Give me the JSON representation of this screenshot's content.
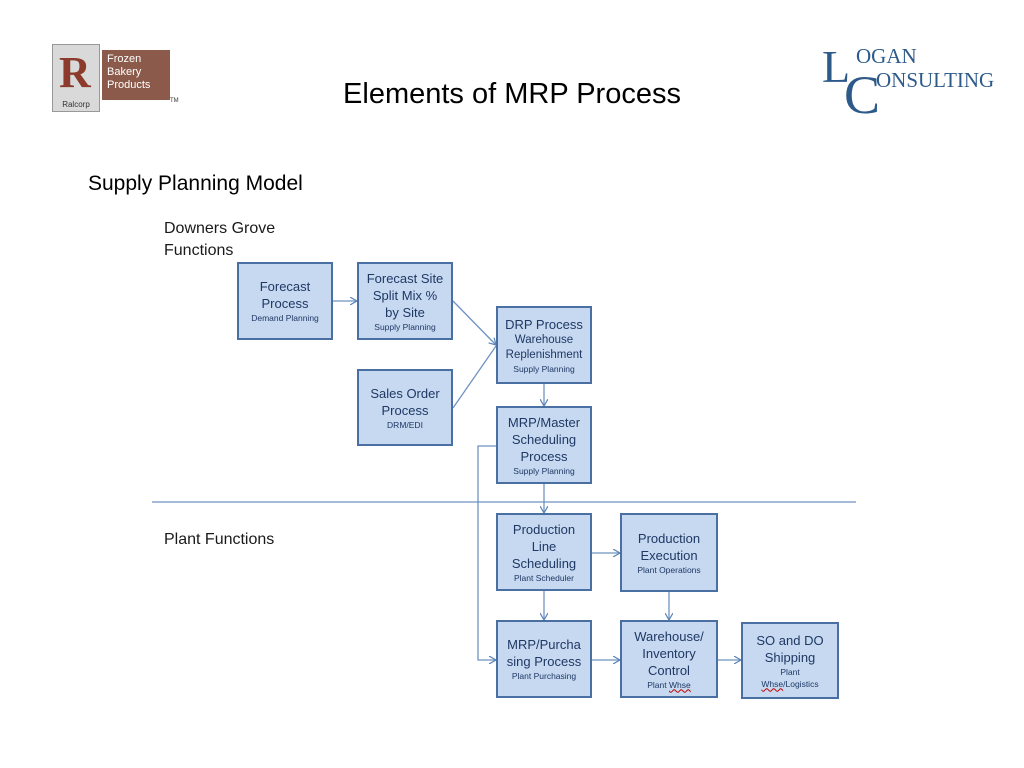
{
  "header": {
    "title": "Elements of MRP Process",
    "subtitle": "Supply Planning Model"
  },
  "logo_left": {
    "letter": "R",
    "caption": "Ralcorp",
    "line1": "Frozen",
    "line2": "Bakery",
    "line3": "Products",
    "tm": "TM"
  },
  "logo_right": {
    "letter_l": "L",
    "letter_c": "C",
    "text1": "OGAN",
    "text2": "ONSULTING"
  },
  "sections": {
    "top_line1": "Downers Grove",
    "top_line2": "Functions",
    "bottom": "Plant Functions"
  },
  "boxes": {
    "forecast": {
      "line1": "Forecast",
      "line2": "Process",
      "sub": "Demand Planning"
    },
    "split": {
      "line1": "Forecast Site",
      "line2": "Split Mix %",
      "line3": "by Site",
      "sub": "Supply Planning"
    },
    "sales": {
      "line1": "Sales Order",
      "line2": "Process",
      "sub": "DRM/EDI"
    },
    "drp": {
      "line1": "DRP  Process",
      "line2": "Warehouse",
      "line3": "Replenishment",
      "sub": "Supply Planning"
    },
    "mrp_master": {
      "line1": "MRP/Master",
      "line2": "Scheduling",
      "line3": "Process",
      "sub": "Supply Planning"
    },
    "prod_line": {
      "line1": "Production",
      "line2": "Line",
      "line3": "Scheduling",
      "sub": "Plant Scheduler"
    },
    "prod_exec": {
      "line1": "Production",
      "line2": "Execution",
      "sub": "Plant Operations"
    },
    "mrp_purch": {
      "line1": "MRP/Purcha",
      "line2": "sing Process",
      "sub": "Plant Purchasing"
    },
    "warehouse": {
      "line1": "Warehouse/",
      "line2": "Inventory",
      "line3": "Control",
      "sub_a": "Plant ",
      "sub_b": "Whse"
    },
    "shipping": {
      "line1": "SO and DO",
      "line2": "Shipping",
      "sub1": "Plant",
      "sub2_a": "Whse",
      "sub2_b": "/Logistics"
    }
  }
}
